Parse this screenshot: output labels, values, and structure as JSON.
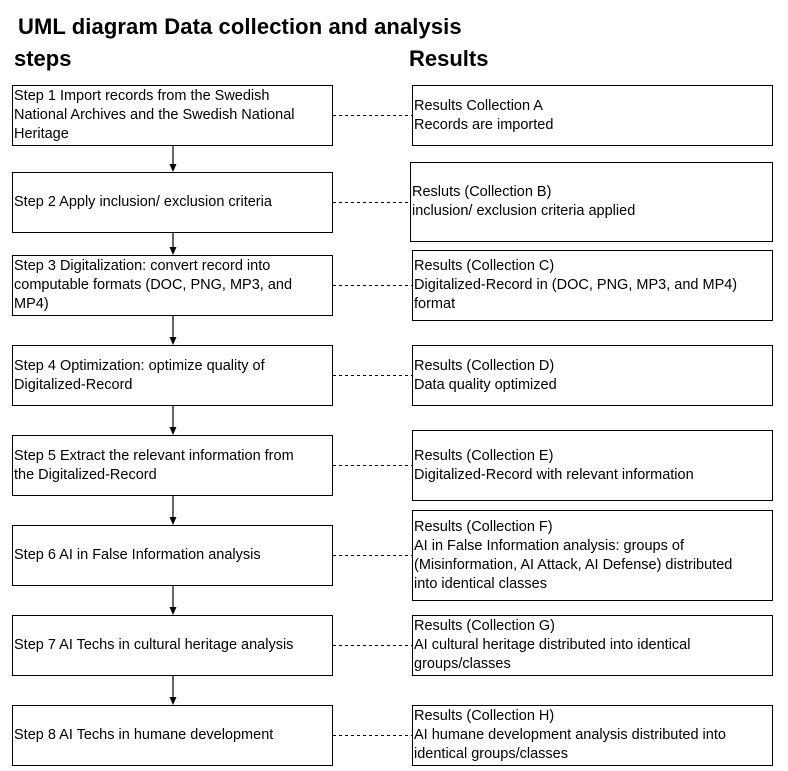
{
  "title": "UML diagram Data collection and analysis",
  "steps_heading": "steps",
  "results_heading": "Results",
  "steps": [
    {
      "text": "Step 1 Import records from the Swedish\nNational Archives and the Swedish National\nHeritage"
    },
    {
      "text": "Step 2 Apply inclusion/ exclusion criteria"
    },
    {
      "text": "Step 3 Digitalization: convert record into\ncomputable formats (DOC, PNG, MP3, and\nMP4)"
    },
    {
      "text": "Step 4 Optimization: optimize quality of\nDigitalized-Record"
    },
    {
      "text": "Step 5 Extract the relevant information from\nthe Digitalized-Record"
    },
    {
      "text": "Step 6 AI in False Information analysis"
    },
    {
      "text": "Step 7 AI Techs in cultural heritage analysis"
    },
    {
      "text": "Step 8 AI Techs in humane development"
    }
  ],
  "results": [
    {
      "text": "Results Collection A\nRecords are imported"
    },
    {
      "text": "Resluts (Collection B)\ninclusion/ exclusion criteria applied"
    },
    {
      "text": "Results (Collection C)\nDigitalized-Record in (DOC, PNG, MP3, and MP4)\nformat"
    },
    {
      "text": "Results (Collection D)\nData quality optimized"
    },
    {
      "text": "Results (Collection E)\nDigitalized-Record with relevant information"
    },
    {
      "text": "Results (Collection F)\nAI in False Information analysis: groups of\n(Misinformation, AI Attack, AI Defense) distributed\ninto identical classes"
    },
    {
      "text": "Results (Collection G)\nAI cultural heritage distributed into identical\ngroups/classes"
    },
    {
      "text": "Results (Collection H)\nAI humane development analysis distributed into\nidentical groups/classes"
    }
  ]
}
